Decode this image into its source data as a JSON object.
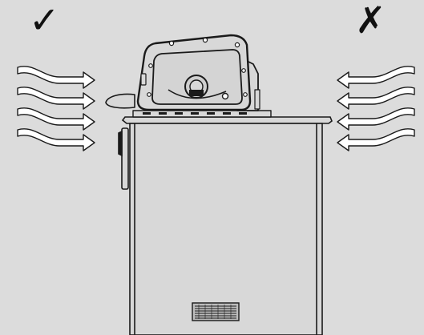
{
  "marks": {
    "correct": "✓",
    "incorrect": "✗"
  },
  "airflow": {
    "correct_side": "left",
    "incorrect_side": "right",
    "arrow_count": 4
  },
  "icons": {
    "correct_mark": "check-mark-icon",
    "incorrect_mark": "cross-mark-icon",
    "airflow": "airflow-arrow-icon",
    "appliance": "countertop-appliance-icon",
    "cabinet": "cabinet-icon",
    "vent": "ventilation-grille-icon"
  },
  "colors": {
    "background": "#dcdcdc",
    "fill": "#d8d8d8",
    "outline": "#1a1a1a",
    "arrow": "#ffffff"
  }
}
